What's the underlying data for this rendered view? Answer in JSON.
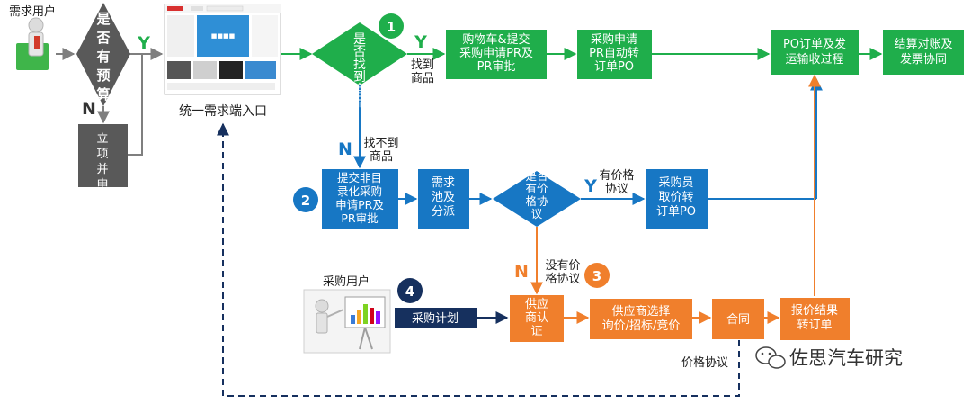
{
  "colors": {
    "gray": "#595959",
    "green": "#1fae4b",
    "blue": "#1777c4",
    "orange": "#f07f2c",
    "navy": "#16305e",
    "arrow_gray": "#7f7f7f"
  },
  "top": {
    "demand_user_label": "需求用户",
    "budget_diamond": "是否有预算",
    "budget_yes": "Y",
    "budget_no": "N",
    "project_budget_box": "立项并申请预算",
    "portal_label": "统一需求端入口",
    "find_diamond": "是否找到商品",
    "find_yes": "Y",
    "found_label": [
      "找到",
      "商品"
    ],
    "cart_box": [
      "购物车&提交",
      "采购申请PR及",
      "PR审批"
    ],
    "pr_auto_box": [
      "采购申请",
      "PR自动转",
      "订单PO"
    ],
    "po_box": [
      "PO订单及发",
      "运输收过程"
    ],
    "settle_box": [
      "结算对账及",
      "发票协同"
    ],
    "badge_1": "1"
  },
  "middle": {
    "find_no": "N",
    "not_found_label": [
      "找不到",
      "商品"
    ],
    "badge_2": "2",
    "submit_box": [
      "提交非目",
      "录化采购",
      "申请PR及",
      "PR审批"
    ],
    "pool_box": [
      "需求",
      "池及",
      "分派"
    ],
    "price_diamond": [
      "是否",
      "有价",
      "格协",
      "议"
    ],
    "price_yes": "Y",
    "has_price_label": [
      "有价格",
      "协议"
    ],
    "buyer_box": [
      "采购员",
      "取价转",
      "订单PO"
    ]
  },
  "bottom": {
    "price_no": "N",
    "no_price_label": [
      "没有价",
      "格协议"
    ],
    "badge_3": "3",
    "badge_4": "4",
    "purchase_user_label": "采购用户",
    "plan_label": "采购计划",
    "cert_box": [
      "供应",
      "商认",
      "证"
    ],
    "select_box": [
      "供应商选择",
      "询价/招标/竞价"
    ],
    "contract_box": "合同",
    "quote_box": [
      "报价结果",
      "转订单"
    ],
    "price_agreement_label": "价格协议",
    "watermark": "佐思汽车研究"
  }
}
